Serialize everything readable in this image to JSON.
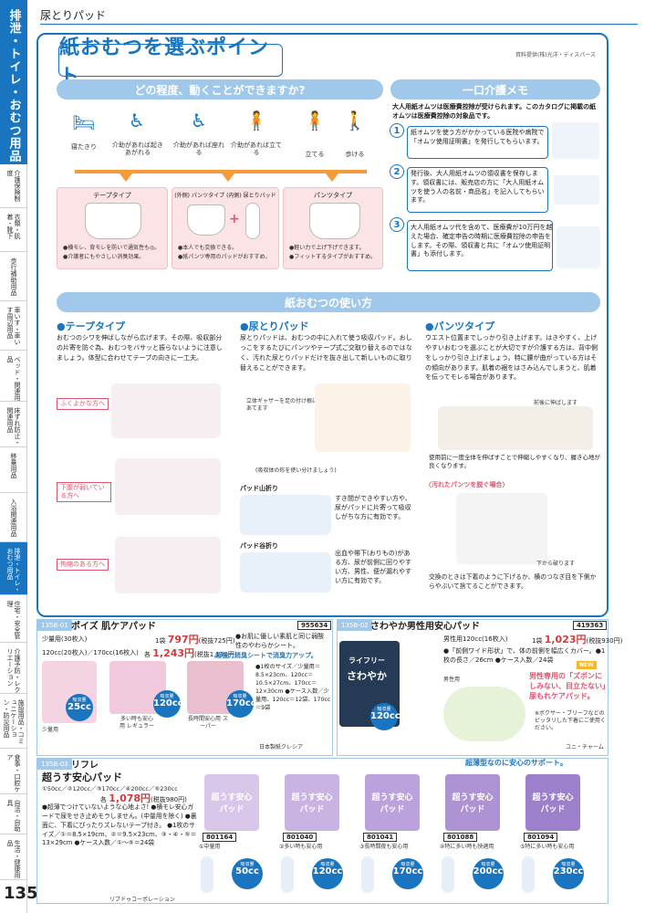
{
  "sidebar": {
    "title": "排泄・トイレ・おむつ用品",
    "items": [
      "介護保険制度",
      "衣類・肌着・靴下",
      "歩行補助用品",
      "車いす・車いす周辺用品",
      "ベッド・関連用品",
      "床ずれ防止・関連用品",
      "移乗用品",
      "入浴関連用品",
      "排泄・トイレ・おむつ用品",
      "住宅・安全管理",
      "介護予防・レクリエーション",
      "施設用品・コミュニケーション・防災用品",
      "食事・口腔ケア",
      "自活・自助具",
      "生活・健康用品"
    ],
    "page": "135"
  },
  "header": {
    "category": "尿とりパッド"
  },
  "main": {
    "title": "紙おむつを選ぶポイント",
    "source": "資料提供(株)光洋・ディスパース"
  },
  "question": {
    "heading": "どの程度、動くことができますか?",
    "activities": [
      "寝たきり",
      "介助があれば起きあがれる",
      "介助があれば座れる",
      "介助があれば立てる",
      "立てる",
      "歩ける"
    ],
    "tape": {
      "label": "テープタイプ",
      "notes": [
        "●横モレ、背モレを防いで通気性も◎。",
        "●介護者にもやさしい消臭効果。"
      ]
    },
    "combo": {
      "label": "(外側) パンツタイプ (内側) 尿とりパッド",
      "notes": [
        "●本人でも交換できる。",
        "●紙パンツ専用のパッドがおすすめ。"
      ]
    },
    "pants": {
      "label": "パンツタイプ",
      "notes": [
        "●軽い力で上げ下げできます。",
        "●フィットするタイプがおすすめ。"
      ]
    }
  },
  "memo": {
    "heading": "一口介護メモ",
    "intro": "大人用紙オムツは医療費控除が受けられます。このカタログに掲載の紙オムツは医療費控除の対象品です。",
    "points": [
      {
        "num": "1",
        "text": "紙オムツを使う方がかかっている医院や病院で「オムツ使用証明書」を発行してもらいます。"
      },
      {
        "num": "2",
        "text": "発行後、大人用紙オムツの領収書を保存します。領収書には、販売店の方に「大人用紙オムツを使う人の名前・商品名」を記入してもらいます。"
      },
      {
        "num": "3",
        "text": "大人用紙オムツ代を含めて、医療費が10万円を越えた場合、確定申告の時期に医療費控除の申告をします。その際、領収書と共に「オムツ使用証明書」も添付します。"
      }
    ]
  },
  "usage": {
    "heading": "紙おむつの使い方",
    "tape": {
      "title": "●テープタイプ",
      "text": "おむつのシワを伸ばしながら広げます。その際、吸収部分の片寄を防ぐ為、おむつをバサッと振らないように注意しましょう。体型に合わせてテープの向きに一工夫。",
      "tags": [
        "ふくよかな方へ",
        "下腹が弱いている方へ",
        "拘縮のある方へ"
      ]
    },
    "pad": {
      "title": "●尿とりパッド",
      "text": "尿とりパッドは、おむつの中に入れて使う吸収パッド。おしっこをするたびにパンツやテープ式ご交取り替えるのではなく、汚れた尿とりパッドだけを抜き出して新しいものに取り替えることができます。",
      "cap1": "立体ギャザーを足の付け根にあてます",
      "cap2": "(吸収体の形を使い分けましょう)",
      "fold1": "パッド山折り",
      "fold1_text": "すき間ができやすい方や、尿がパッドに片寄って吸収しがちな方に有効です。",
      "fold2": "パッド谷折り",
      "fold2_text": "出血や帯下(おりもの)がある方、尿が前側に回りやすい方、男性、便が漏れやすい方に有効です。"
    },
    "pants": {
      "title": "●パンツタイプ",
      "text": "ウエスト位置までしっかり引き上げます。はきやすく、上げやすいおむつを選ぶことが大切ですが介護する方は、背中側をしっかり引き上げましょう。特に腰が曲がっている方はその傾向があります。肌着の裾をはさみ込んでしまうと、肌着を伝ってモレる場合があります。",
      "cap1": "前後に伸ばします",
      "cap2": "使用前に一度全体を伸ばすことで伸縮しやすくなり、履き心地が良くなります。",
      "dirty": "〈汚れたパンツを脱ぐ場合〉",
      "cap3": "下から破ります",
      "cap4": "交換のときは下着のように下げるか、横のつなぎ目を下側からやぶいて捨てることができます。"
    }
  },
  "products": {
    "p1": {
      "code": "135B-01",
      "name": "ポイズ 肌ケアパッド",
      "pcode": "955634",
      "line1": "少量用(30枚入)",
      "price1_pre": "1袋",
      "price1": "797円",
      "price1_tax": "(税抜725円)",
      "line2": "120cc(20枚入)／170cc(16枚入)",
      "price2_pre": "各",
      "price2": "1,243円",
      "price2_tax": "(税抜1,130円)",
      "desc1": "●お肌に優しい素肌と同じ弱酸性のやわらかシート。",
      "desc2": "超強力消臭シートで消臭力アップ。",
      "desc3": "●1枚のサイズ／少量用＝8.5×23cm、120cc＝10.5×27cm、170cc＝12×30cm ●ケース入数／少量用、120cc＝12袋、170cc＝9袋",
      "pkgs": [
        "少量用",
        "多い時も安心用 レギュラー",
        "長時間安心用 スーパー"
      ],
      "abs": [
        "25cc",
        "120cc",
        "170cc"
      ],
      "maker": "日本製紙クレシア"
    },
    "p2": {
      "code": "135B-02",
      "name": "さわやか男性用安心パッド",
      "pcode": "419363",
      "line1": "男性用120cc(16枚入)",
      "price1_pre": "1袋",
      "price1": "1,023円",
      "price1_tax": "(税抜930円)",
      "desc": "●「前側ワイド形状」で、体の前側を幅広くカバー。●1枚の長さ／26cm ●ケース入数／24袋",
      "brand": "ライフリー",
      "product": "さわやか",
      "sub": "男性用",
      "abs": "120cc",
      "new": "NEW",
      "note": "男性専用の「ズボンにしみない、目立たない」尿もれケアパッド。",
      "note2": "※ボクサー・ブリーフなどのピッタリした下着にご使用ください。",
      "maker": "ユニ・チャーム"
    },
    "p3": {
      "code": "135B-03",
      "name": "リフレ",
      "name2": "超うす安心パッド",
      "line1": "①50cc／②120cc／③170cc／④200cc／⑤230cc",
      "price1_pre": "各",
      "price1": "1,078円",
      "price1_tax": "(税抜980円)",
      "tag": "超薄型なのに安心のサポート。",
      "desc": "●超薄でつけていないような心地よさ! ●横モレ安心ガードで尿をせき止めモラしません。(中量用を除く) ●裏面に、下着にぴったりズレないテープ付き。 ●1枚のサイズ／①＝8.5×19cm、②＝9.5×23cm、③・④・⑤＝13×29cm ●ケース入数／①〜⑤＝24袋",
      "items": [
        {
          "pcode": "801164",
          "label": "①中量用",
          "abs": "50cc"
        },
        {
          "pcode": "801040",
          "label": "②多い時も安心用",
          "abs": "120cc"
        },
        {
          "pcode": "801041",
          "label": "③長時間夜も安心用",
          "abs": "170cc"
        },
        {
          "pcode": "801088",
          "label": "④特に多い時も快適用",
          "abs": "200cc"
        },
        {
          "pcode": "801094",
          "label": "⑤特に多い時も安心用",
          "abs": "230cc"
        }
      ],
      "maker": "リブドゥコーポレーション",
      "brand": "超うす安心パッド"
    }
  }
}
